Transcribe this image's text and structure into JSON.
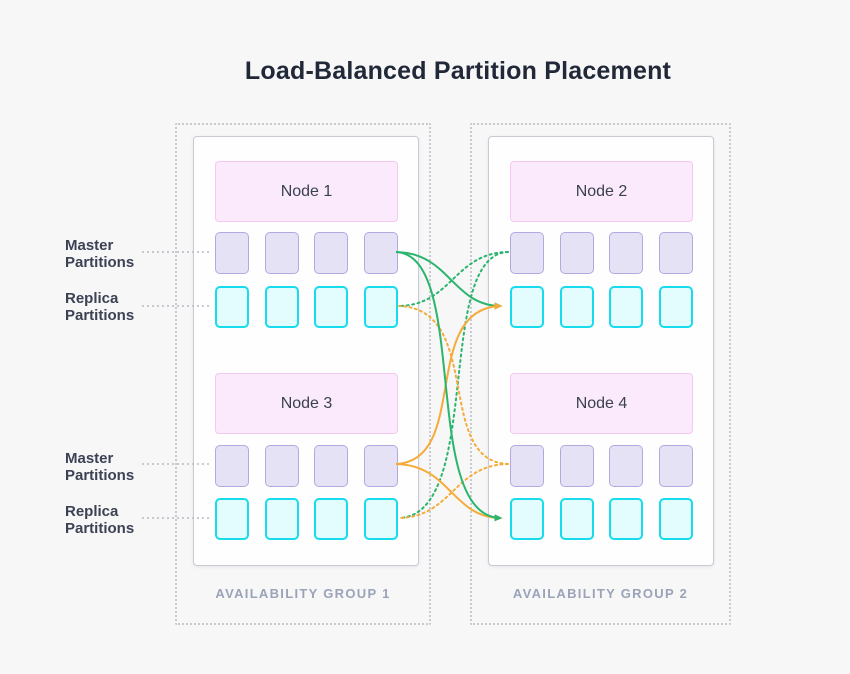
{
  "title": "Load-Balanced Partition Placement",
  "side_labels": [
    {
      "text": "Master Partitions"
    },
    {
      "text": "Replica Partitions"
    },
    {
      "text": "Master Partitions"
    },
    {
      "text": "Replica Partitions"
    }
  ],
  "groups": [
    {
      "caption": "AVAILABILITY GROUP 1",
      "nodes": [
        {
          "name": "Node 1",
          "master_partitions": 4,
          "replica_partitions": 4
        },
        {
          "name": "Node 3",
          "master_partitions": 4,
          "replica_partitions": 4
        }
      ]
    },
    {
      "caption": "AVAILABILITY GROUP 2",
      "nodes": [
        {
          "name": "Node 2",
          "master_partitions": 4,
          "replica_partitions": 4
        },
        {
          "name": "Node 4",
          "master_partitions": 4,
          "replica_partitions": 4
        }
      ]
    }
  ],
  "connections": [
    {
      "from": "Node 1 masters",
      "to": "Node 2 replicas",
      "style": "solid",
      "color": "green"
    },
    {
      "from": "Node 1 masters",
      "to": "Node 4 replicas",
      "style": "solid",
      "color": "green"
    },
    {
      "from": "Node 3 masters",
      "to": "Node 2 replicas",
      "style": "solid",
      "color": "orange"
    },
    {
      "from": "Node 3 masters",
      "to": "Node 4 replicas",
      "style": "solid",
      "color": "orange"
    },
    {
      "from": "Node 2 masters",
      "to": "Node 1 replicas",
      "style": "dotted",
      "color": "green"
    },
    {
      "from": "Node 2 masters",
      "to": "Node 3 replicas",
      "style": "dotted",
      "color": "green"
    },
    {
      "from": "Node 4 masters",
      "to": "Node 1 replicas",
      "style": "dotted",
      "color": "orange"
    },
    {
      "from": "Node 4 masters",
      "to": "Node 3 replicas",
      "style": "dotted",
      "color": "orange"
    }
  ],
  "colors": {
    "background": "#f7f7f8",
    "green": "#2ab56d",
    "orange": "#f5ab38",
    "master_fill": "#e6e2f6",
    "master_border": "#b5a8e0",
    "replica_fill": "#e3fcfd",
    "replica_border": "#18dcee",
    "node_header_fill": "#fbeafc",
    "node_header_border": "#f5c8f2",
    "caption_text": "#9ba3b8"
  }
}
